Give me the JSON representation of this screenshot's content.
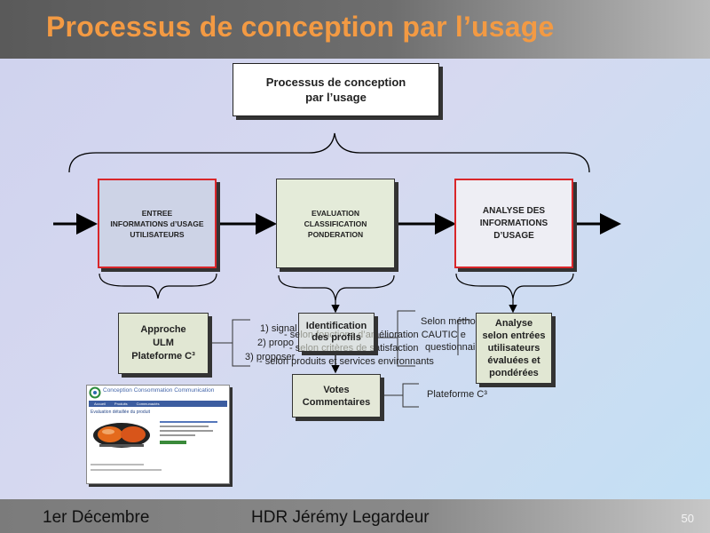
{
  "slide": {
    "title": "Processus de conception par l’usage",
    "footer_left": "1er Décembre",
    "footer_center": "HDR Jérémy Legardeur",
    "page_number": "50"
  },
  "diagram": {
    "top_box": {
      "line1": "Processus de conception",
      "line2": "par l’usage"
    },
    "stages": [
      {
        "lines": [
          "ENTREE",
          "INFORMATIONS d’USAGE",
          "UTILISATEURS"
        ]
      },
      {
        "lines": [
          "EVALUATION",
          "CLASSIFICATION",
          "PONDERATION"
        ]
      },
      {
        "lines": [
          "ANALYSE DES",
          "INFORMATIONS",
          "D’USAGE"
        ]
      }
    ],
    "approach_box": {
      "lines": [
        "Approche",
        "ULM",
        "Plateforme C³"
      ]
    },
    "approach_items": [
      "1) signal",
      "2) propo",
      "3) proposer"
    ],
    "identification_box": {
      "lines": [
        "Identification",
        "des profils"
      ]
    },
    "votes_box": {
      "lines": [
        "Votes",
        "Commentaires"
      ]
    },
    "middle_notes": [
      "- selon fonctions d’amélioration CAUTIC e",
      "- selon critères de satisfaction",
      "- selon produits et services environnants",
      "Selon métho",
      "questionnai"
    ],
    "analysis_box": {
      "lines": [
        "Analyse",
        "selon entrées",
        "utilisateurs",
        "évaluées et",
        "pondérées"
      ]
    },
    "platform_label": "Plateforme C³"
  },
  "screenshot_thumb": {
    "header_text": "Conception Consommation Communication",
    "section_title": "Evaluation détaillée du produit",
    "nav_items": [
      "Accueil",
      "Produits",
      "Communautés"
    ]
  },
  "colors": {
    "title": "#f39a43",
    "stage1_fill": "#cdd3e6",
    "stage2_fill": "#e4ebd9",
    "stage3_fill": "#eeeef4",
    "stage_border": "#d9262a",
    "approach_fill": "#e1e7d3",
    "identification_fill": "#e4e8d8"
  }
}
